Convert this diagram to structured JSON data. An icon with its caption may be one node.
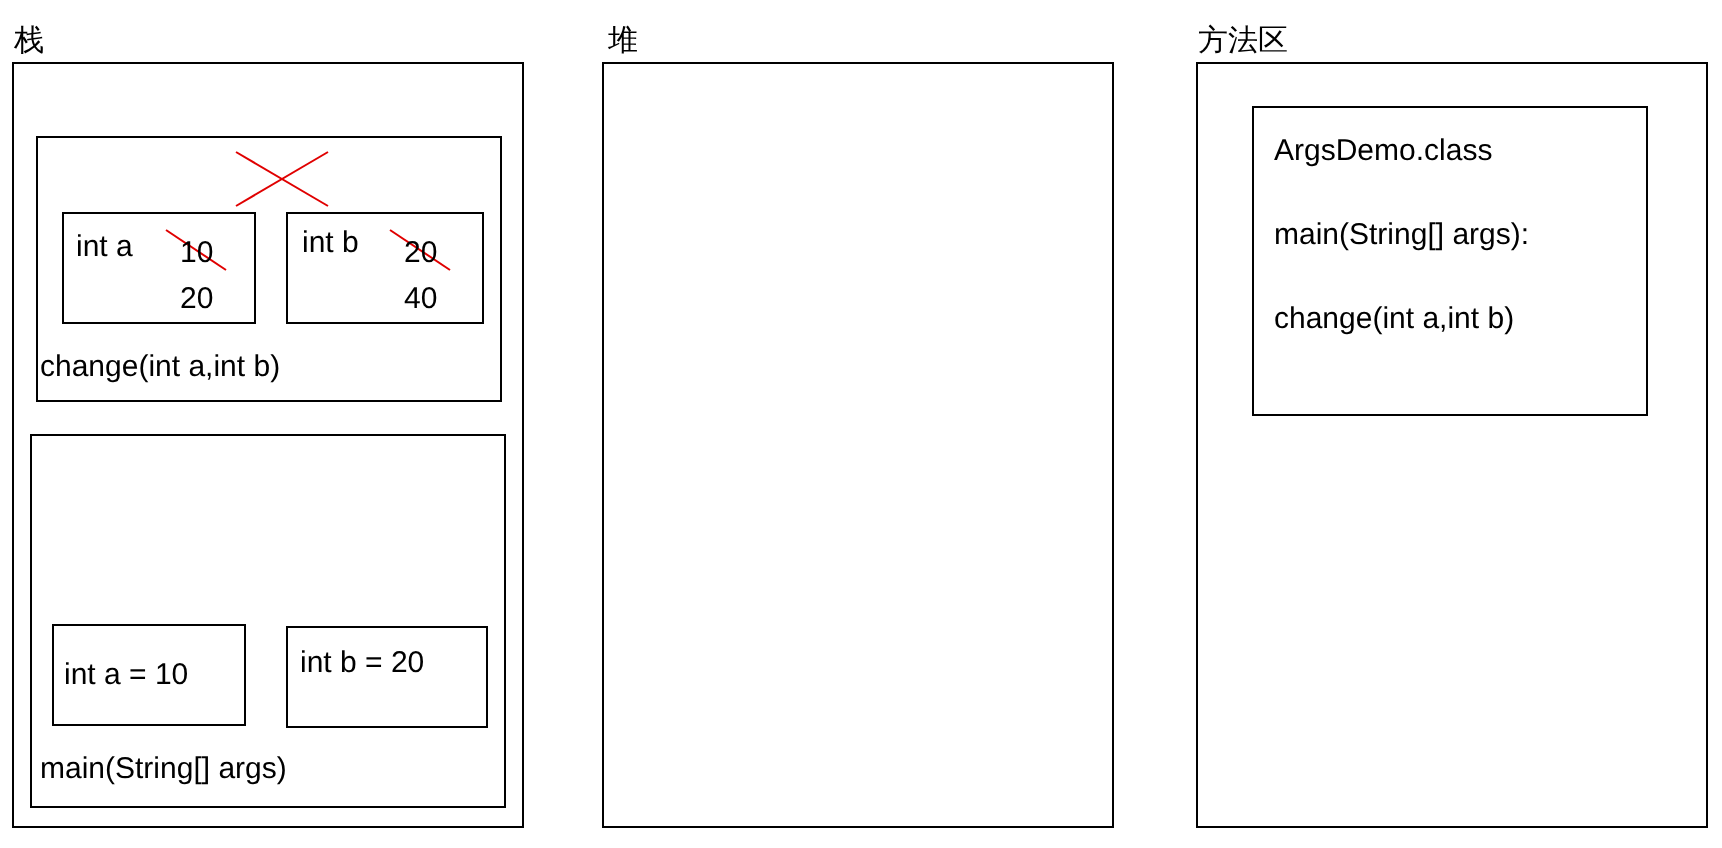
{
  "diagram": {
    "nodes": [
      {
        "text": [
          "栈"
        ]
      },
      {
        "text": [
          "change(int a,int b)"
        ],
        "in": 0
      },
      {
        "text": [
          "int a",
          "10",
          "20"
        ],
        "in": 1
      },
      {
        "text": [
          "int b",
          "20",
          "40"
        ],
        "in": 1
      },
      {
        "text": [
          "main(String[] args)"
        ],
        "in": 0
      },
      {
        "text": [
          "int a = 10"
        ],
        "in": 4
      },
      {
        "text": [
          "int b = 20"
        ],
        "in": 4
      },
      {
        "text": [
          "堆"
        ]
      },
      {
        "text": [
          "方法区"
        ]
      },
      {
        "text": [
          "ArgsDemo.class",
          "main(String[] args):",
          "change(int a,int b)"
        ],
        "in": 8
      }
    ]
  }
}
